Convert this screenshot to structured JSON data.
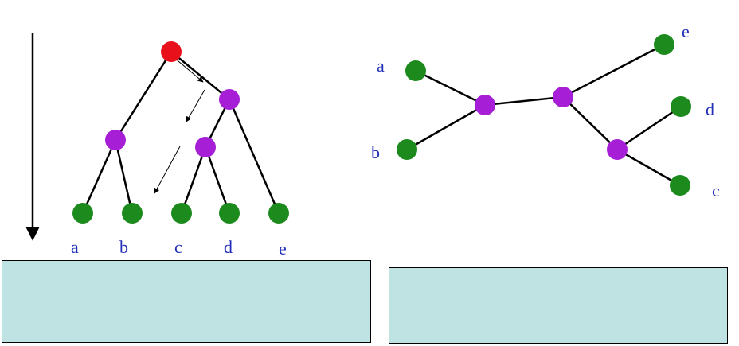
{
  "colors": {
    "root": "#e8101b",
    "internal": "#a61fd6",
    "leaf": "#1c8a1c",
    "label": "#2230b8",
    "edge": "#000000",
    "caption_fill": "#bfe3e3"
  },
  "rooted_tree": {
    "leaf_labels": [
      "a",
      "b",
      "c",
      "d",
      "e"
    ],
    "root_node": "root",
    "time_arrow": "down-arrow"
  },
  "unrooted_tree": {
    "leaf_labels": [
      "a",
      "b",
      "c",
      "d",
      "e"
    ]
  },
  "caption_left": {
    "text": ""
  },
  "caption_right": {
    "text": ""
  }
}
